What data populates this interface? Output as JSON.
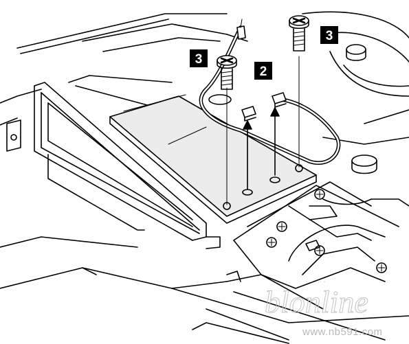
{
  "steps": {
    "screw_left": "3",
    "screw_right": "3",
    "antenna_cables": "2"
  },
  "watermark": {
    "logo": "blonline",
    "url": "www.nb591.com"
  }
}
